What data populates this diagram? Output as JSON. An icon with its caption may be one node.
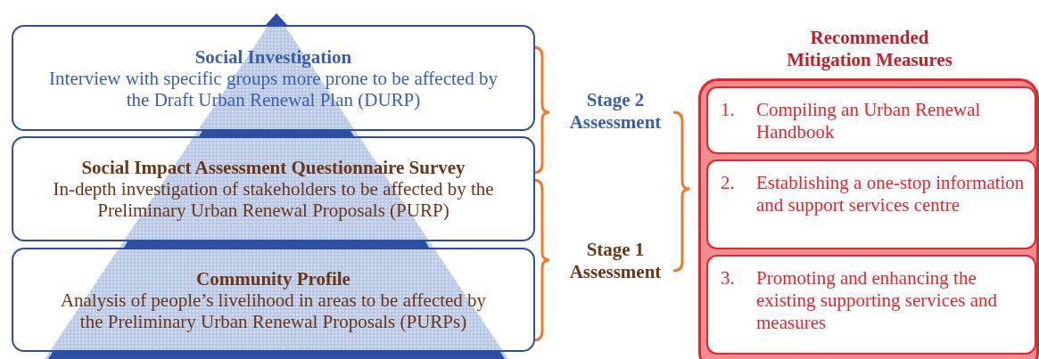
{
  "diagram": {
    "nodes": [
      {
        "text": [
          "Social Investigation",
          "Interview with specific groups more prone to be affected by the Draft Urban Renewal Plan (DURP)"
        ]
      },
      {
        "text": [
          "Social Impact Assessment Questionnaire Survey",
          "In-depth investigation of stakeholders to be affected by the Preliminary Urban Renewal Proposals (PURP)"
        ]
      },
      {
        "text": [
          "Community Profile",
          "Analysis of people’s livelihood in areas to be affected by the Preliminary Urban Renewal Proposals (PURPs)"
        ]
      },
      {
        "text": [
          "Recommended Mitigation Measures"
        ]
      },
      {
        "text": [
          "1.",
          "Compiling an Urban Renewal Handbook"
        ],
        "in": 3
      },
      {
        "text": [
          "2.",
          "Establishing a one-stop information and support services centre"
        ],
        "in": 3
      },
      {
        "text": [
          "3.",
          "Promoting and enhancing the existing supporting services and measures"
        ],
        "in": 3
      }
    ],
    "edges": [],
    "labels": [
      "Stage 2 Assessment",
      "Stage 1 Assessment"
    ]
  }
}
